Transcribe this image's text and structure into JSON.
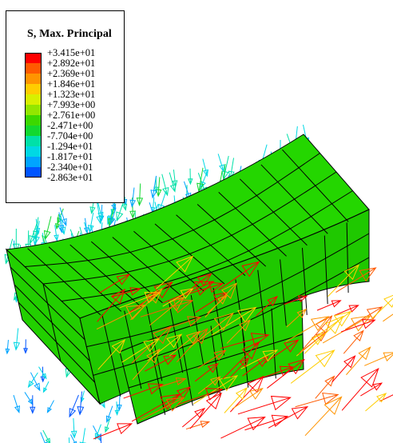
{
  "legend": {
    "title": "S, Max. Principal",
    "values": [
      "+3.415e+01",
      "+2.892e+01",
      "+2.369e+01",
      "+1.846e+01",
      "+1.323e+01",
      "+7.993e+00",
      "+2.761e+00",
      "-2.471e+00",
      "-7.704e+00",
      "-1.294e+01",
      "-1.817e+01",
      "-2.340e+01",
      "-2.863e+01"
    ],
    "colors": [
      "#ff0000",
      "#ff5a00",
      "#ff9400",
      "#ffcd00",
      "#d8f000",
      "#93e600",
      "#3cd800",
      "#12d830",
      "#00e0a8",
      "#00d8e4",
      "#00a4ff",
      "#0055ff",
      "#0000ff"
    ]
  },
  "model": {
    "fill_color": "#24d600",
    "edge_color": "#000000"
  }
}
